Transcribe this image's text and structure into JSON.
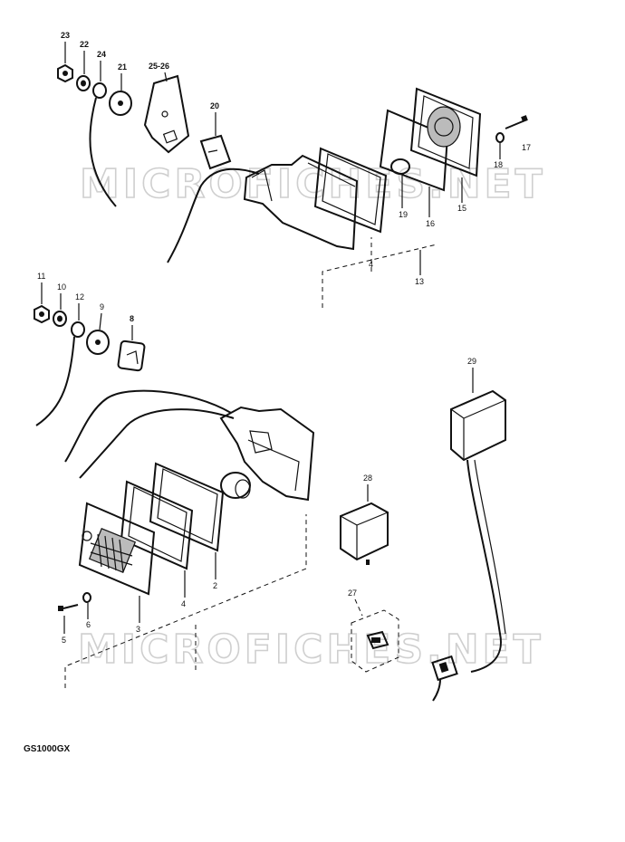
{
  "watermark": "MICROFICHES.NET",
  "model_code": "GS1000GX",
  "callouts": {
    "c23": "23",
    "c22": "22",
    "c24": "24",
    "c21": "21",
    "c2526": "25-26",
    "c20": "20",
    "c17": "17",
    "c18": "18",
    "c15": "15",
    "c16": "16",
    "c19": "19",
    "c4a": "4",
    "c13": "13",
    "c11": "11",
    "c10": "10",
    "c12": "12",
    "c9": "9",
    "c8": "8",
    "c29": "29",
    "c28": "28",
    "c27": "27",
    "c2": "2",
    "c4b": "4",
    "c3": "3",
    "c5": "5",
    "c6": "6"
  }
}
